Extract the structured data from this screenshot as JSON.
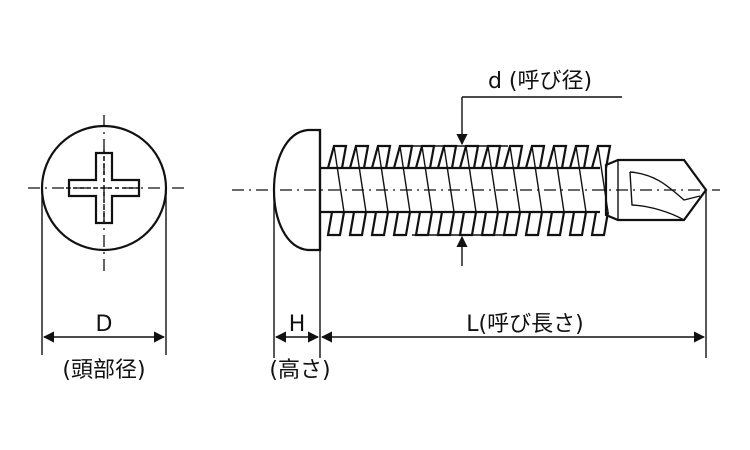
{
  "labels": {
    "d": "d (呼び径)",
    "D": "D",
    "D_note": "(頭部径)",
    "H": "H",
    "H_note": "(高さ)",
    "L": "L(呼び長さ)"
  },
  "colors": {
    "line": "#111111",
    "background": "#ffffff"
  }
}
